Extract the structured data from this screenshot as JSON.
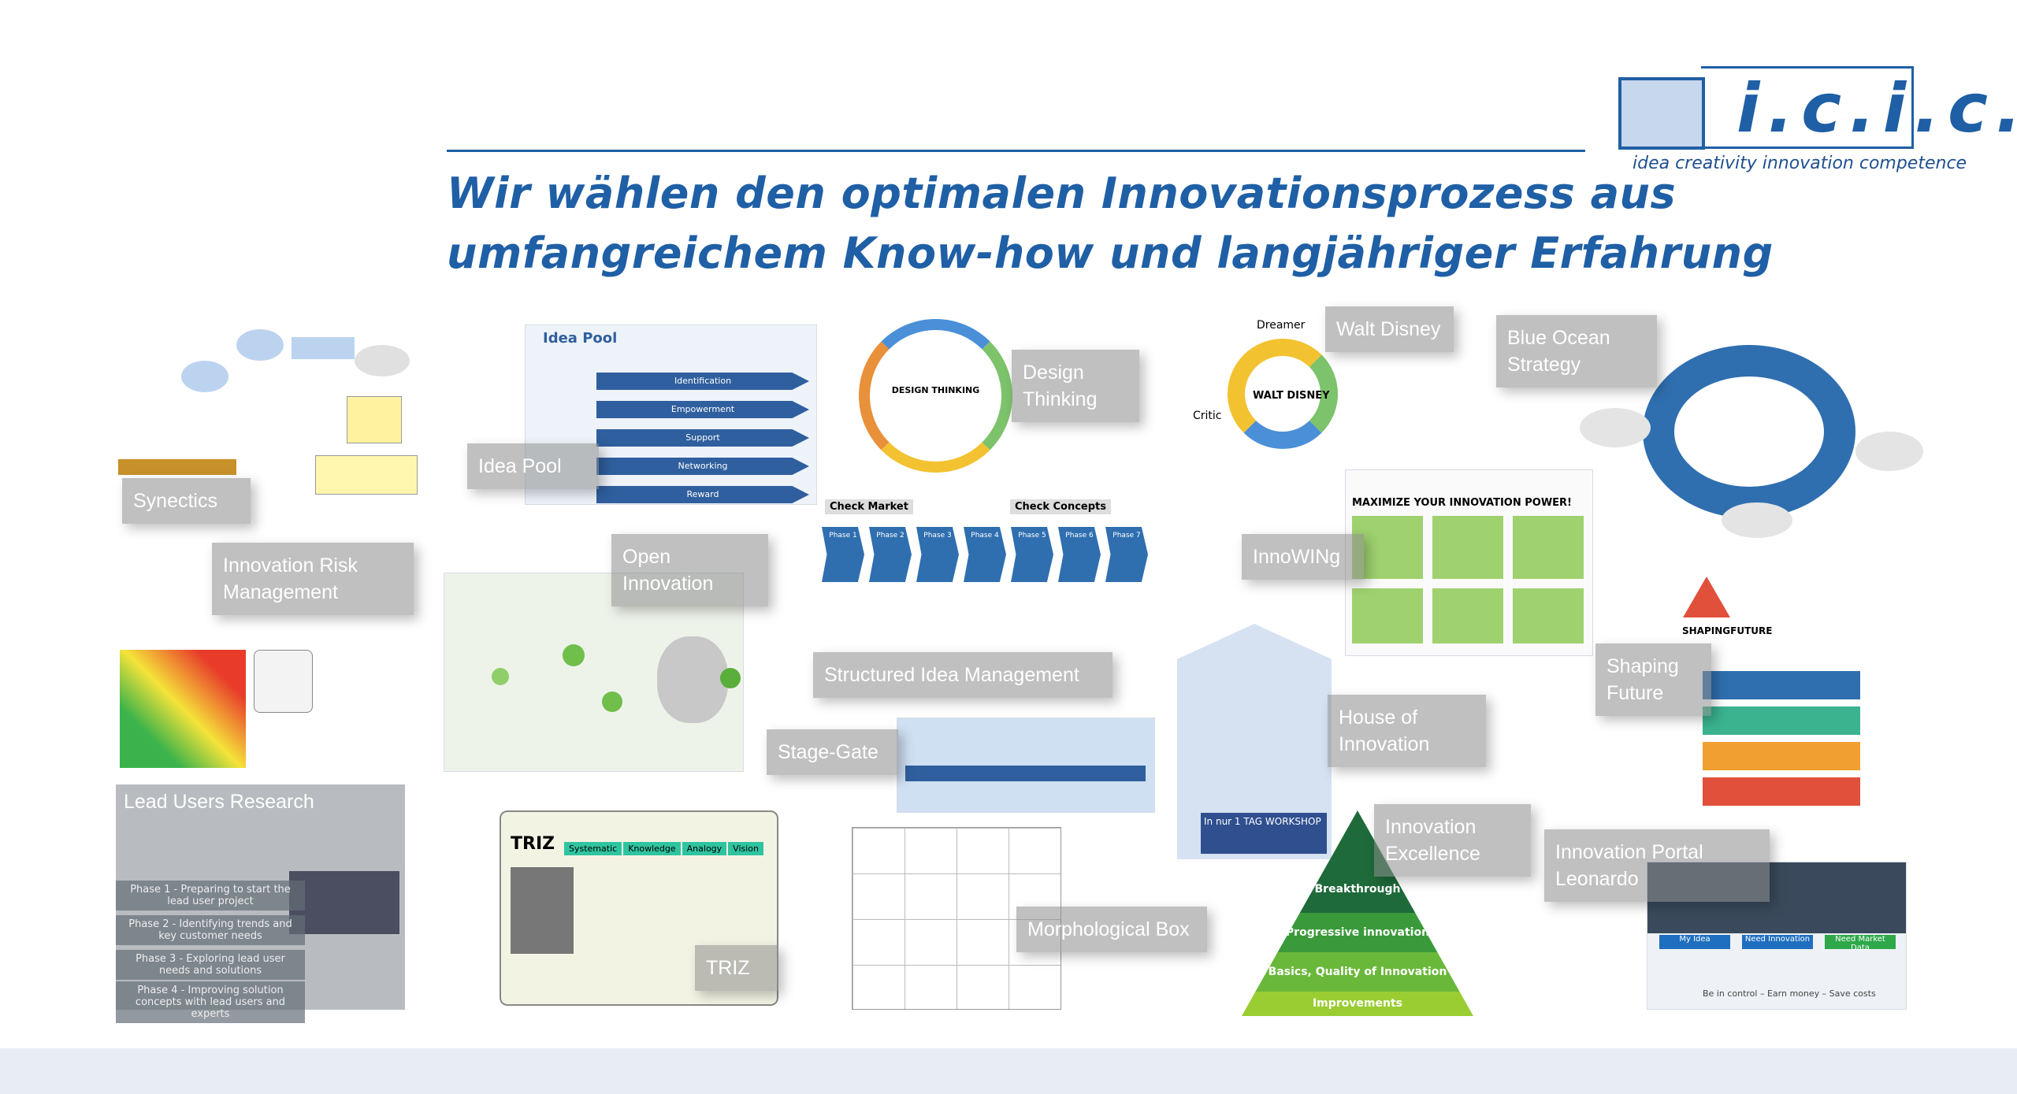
{
  "header": {
    "title_line1": "Wir wählen den optimalen Innovationsprozess aus",
    "title_line2": "umfangreichem Know-how und langjähriger Erfahrung"
  },
  "logo": {
    "text": "i.c.i.c.",
    "tagline": "idea creativity innovation competence"
  },
  "colors": {
    "brand": "#1f5fa5",
    "band": "#e8edf5",
    "label_bg": "#8c8c8c"
  },
  "methods": {
    "synectics": "Synectics",
    "idea_pool": "Idea Pool",
    "design_thinking": "Design Thinking",
    "walt_disney": "Walt Disney",
    "blue_ocean": "Blue Ocean Strategy",
    "risk": "Innovation Risk Management",
    "open_innovation": "Open Innovation",
    "structured": "Structured Idea Management",
    "innowing": "InnoWINg",
    "shaping_future": "Shaping Future",
    "house": "House of Innovation",
    "stage_gate": "Stage-Gate",
    "lead_users": "Lead Users Research",
    "triz": "TRIZ",
    "morph": "Morphological Box",
    "excellence": "Innovation Excellence",
    "portal": "Innovation Portal Leonardo"
  },
  "idea_pool": {
    "heading": "Idea Pool",
    "bars": [
      "Identification",
      "Empowerment",
      "Support",
      "Networking",
      "Reward"
    ]
  },
  "design_thinking": {
    "center": "DESIGN THINKING"
  },
  "walt_disney": {
    "center": "WALT DISNEY",
    "dreamer": "Dreamer",
    "critic": "Critic"
  },
  "structured": {
    "check_market": "Check Market",
    "check_concepts": "Check Concepts",
    "phases": [
      "Phase 1",
      "Phase 2",
      "Phase 3",
      "Phase 4",
      "Phase 5",
      "Phase 6",
      "Phase 7"
    ]
  },
  "innowing": {
    "heading": "MAXIMIZE YOUR INNOVATION POWER!"
  },
  "shaping_future": {
    "brand": "SHAPINGFUTURE"
  },
  "house": {
    "workshop": "In nur 1 TAG WORKSHOP"
  },
  "lead_users": {
    "phases": [
      "Phase 1 - Preparing to start the lead user project",
      "Phase 2 - Identifying trends and key customer needs",
      "Phase 3 - Exploring lead user needs and solutions",
      "Phase 4 - Improving solution concepts with lead users and experts"
    ]
  },
  "triz": {
    "tabs": [
      "Systematic",
      "Knowledge",
      "Analogy",
      "Vision"
    ]
  },
  "excellence": {
    "levels": [
      "Breakthrough",
      "Progressive innovation",
      "Basics, Quality of Innovation",
      "Improvements"
    ]
  },
  "portal": {
    "buttons": [
      "My Idea",
      "Need Innovation",
      "Need Market Data"
    ],
    "footer": "Be in control – Earn money – Save costs"
  }
}
